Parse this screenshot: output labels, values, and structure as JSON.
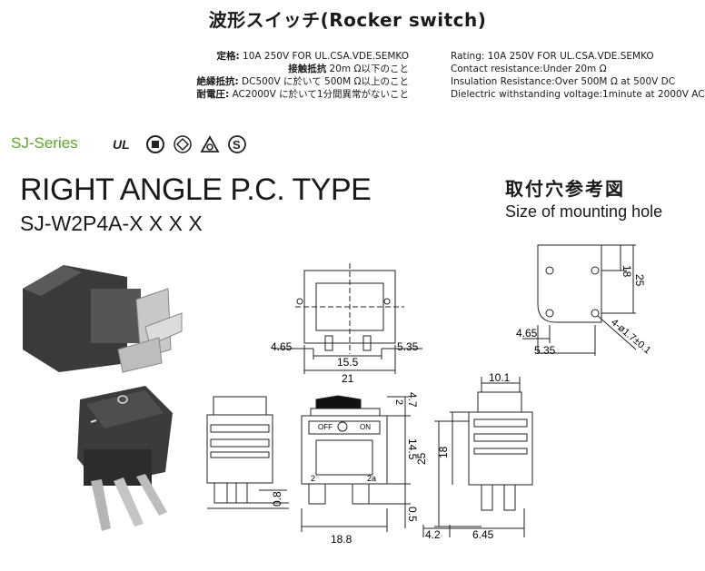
{
  "title": "波形スイッチ(Rocker switch)",
  "specs_jp": [
    {
      "label": "定格:",
      "value": "10A 250V FOR UL.CSA.VDE.SEMKO"
    },
    {
      "label": "接触抵抗",
      "value": "20m Ω以下のこと"
    },
    {
      "label": "絶縁抵抗:",
      "value": "DC500V に於いて 500M Ω以上のこと"
    },
    {
      "label": "耐電圧:",
      "value": "AC2000V に於いて1分間異常がないこと"
    }
  ],
  "specs_en": [
    "Rating: 10A 250V FOR UL.CSA.VDE.SEMKO",
    "Contact resistance:Under 20m Ω",
    "Insulation Resistance:Over 500M Ω at 500V DC",
    "Dielectric withstanding voltage:1minute at 2000V AC"
  ],
  "series": "SJ-Series",
  "main_title": "RIGHT ANGLE P.C. TYPE",
  "model": "SJ-W2P4A-X X X X",
  "mounting_hole_jp": "取付穴参考図",
  "mounting_hole_en": "Size of mounting hole",
  "dims": {
    "d4_65": "4.65",
    "d5_35": "5.35",
    "d15_5": "15.5",
    "d21": "21",
    "d10_1": "10.1",
    "d18": "18",
    "d25": "25",
    "d4_7": "4.7",
    "d2": "2",
    "d14_5": "14.5",
    "d0_8": "0.8",
    "d0_5": "0.5",
    "d18_8": "18.8",
    "d4_2": "4.2",
    "d6_45": "6.45",
    "hole": "4-ø1.7±0.1",
    "off": "OFF",
    "on": "ON",
    "t2": "2",
    "t2a": "2a"
  }
}
